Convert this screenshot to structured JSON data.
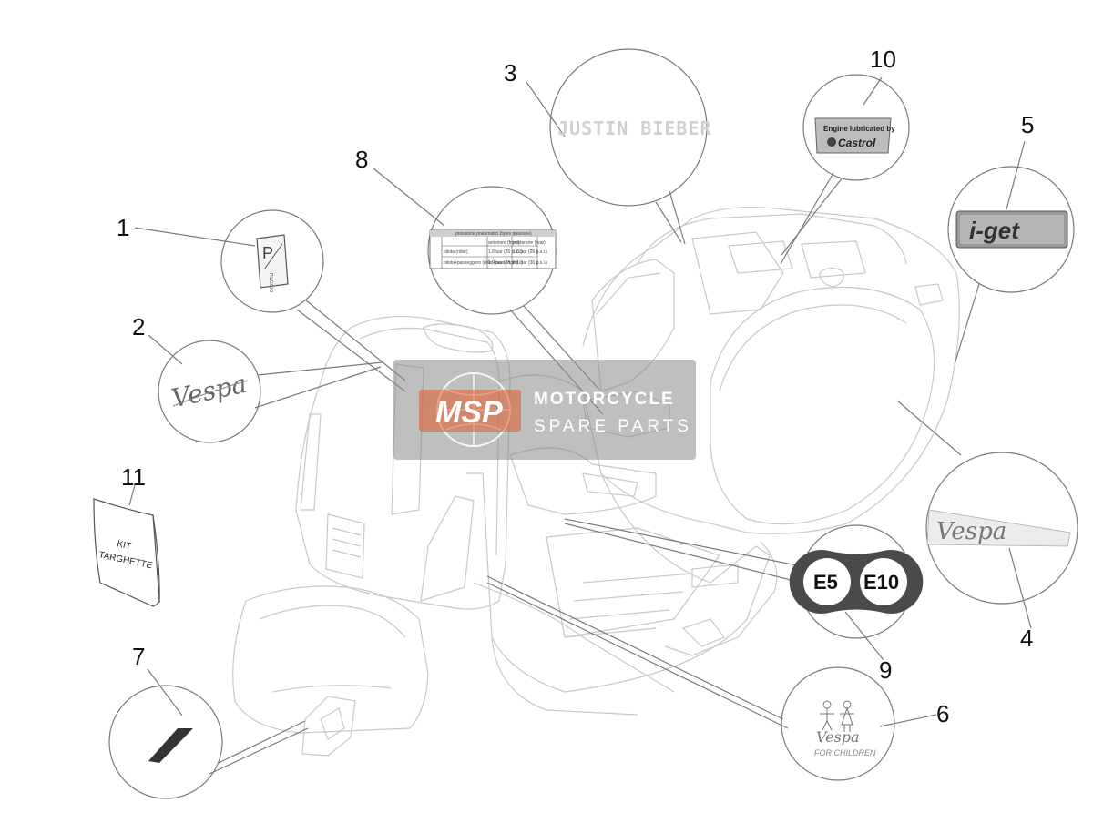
{
  "callouts": [
    {
      "number": "1"
    },
    {
      "number": "2"
    },
    {
      "number": "3"
    },
    {
      "number": "4"
    },
    {
      "number": "5"
    },
    {
      "number": "6"
    },
    {
      "number": "7"
    },
    {
      "number": "8"
    },
    {
      "number": "9"
    },
    {
      "number": "10"
    },
    {
      "number": "11"
    }
  ],
  "decals": {
    "signature": "JUSTIN BIEBER",
    "castrol_top": "Engine lubricated by",
    "castrol_brand": "Castrol",
    "iget": "i-get",
    "vespa": "Vespa",
    "kit_line1": "KIT",
    "kit_line2": "TARGHETTE",
    "e5": "E5",
    "e10": "E10",
    "children_brand": "Vespa",
    "children_text": "FOR CHILDREN",
    "piaggio": "PIAGGIO",
    "tyre_title": "pressione pneumatici (tyres pressure)",
    "tyre_col1": "anteriore (front)",
    "tyre_col2": "posteriore (rear)",
    "tyre_row1": "pilota (rider)",
    "tyre_row2": "pilota+passeggero (rider+passenger)",
    "tyre_v11": "1.8 bar (26 p.s.i.)",
    "tyre_v12": "1.8 bar (26 p.s.i.)",
    "tyre_v21": "1.9 bar (28 p.s.i.)",
    "tyre_v22": "2.1 bar (30 p.s.i.)"
  },
  "watermark": {
    "logo": "MSP",
    "title": "MOTORCYCLE",
    "subtitle": "SPARE PARTS"
  },
  "colors": {
    "outline": "#7a7a7a",
    "scooter_line": "#c8c8c8",
    "watermark_bg": "#8a8a8a",
    "watermark_accent": "#e05a2a"
  }
}
